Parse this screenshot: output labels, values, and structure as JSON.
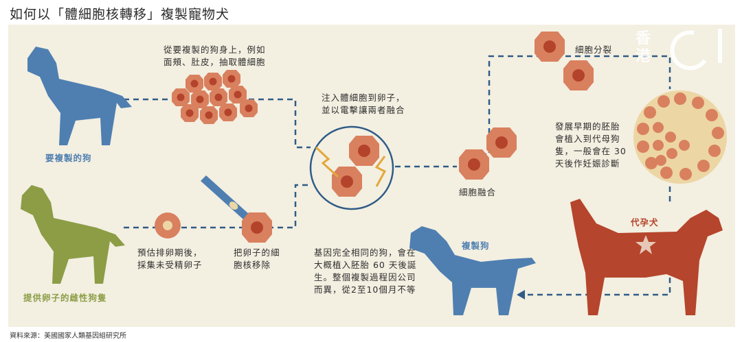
{
  "title": "如何以「體細胞核轉移」複製寵物犬",
  "source": "資料來源：美國國家人類基因組研究所",
  "watermark": {
    "line1": "香",
    "line2": "港",
    "mark": "01"
  },
  "steps": {
    "extract": "從要複製的狗身上，例如\n面頰、肚皮，抽取體細胞",
    "inject": "注入體細胞到卵子，\n並以電擊讓兩者融合",
    "division": "細胞分裂",
    "implant": "發展早期的胚胎\n會植入到代母狗\n隻，一般會在 30\n天後作妊娠診斷",
    "fusion": "細胞融合",
    "collect": "預估排卵期後，\n採集未受精卵子",
    "remove": "把卵子的細\n胞核移除",
    "born": "基因完全相同的狗，會在\n大概植入胚胎 60 天後誕\n生。整個複製過程因公司\n而異，從2至10個月不等"
  },
  "tags": {
    "donor": "要複製的狗",
    "egg_donor": "提供卵子的雌性狗隻",
    "surrogate": "代孕犬",
    "clone": "複製狗"
  },
  "colors": {
    "blue": "#4f7fb1",
    "green": "#8c9d46",
    "red": "#b5452c",
    "cell": "#d9805f",
    "nucleus": "#b4432b",
    "dash": "#2f5c86",
    "bg": "#f3efe1"
  }
}
